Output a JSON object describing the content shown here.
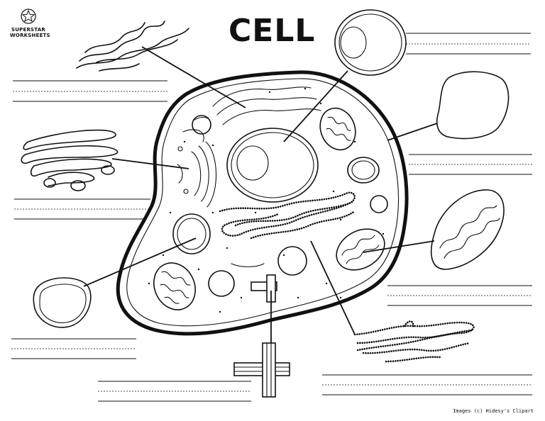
{
  "worksheet": {
    "title": "CELL",
    "brand": {
      "line1": "SUPERSTAR",
      "line2": "WORKSHEETS",
      "logo": "star-icon"
    },
    "credit": "Images (c) Hidesy's Clipart",
    "colors": {
      "ink": "#111111",
      "paper": "#ffffff"
    }
  }
}
